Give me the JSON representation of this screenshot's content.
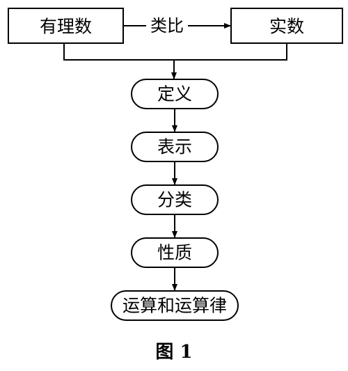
{
  "diagram": {
    "top_left_box": "有理数",
    "top_right_box": "实数",
    "analogy_label": "类比",
    "steps": [
      "定义",
      "表示",
      "分类",
      "性质",
      "运算和运算律"
    ],
    "caption": "图 1"
  }
}
